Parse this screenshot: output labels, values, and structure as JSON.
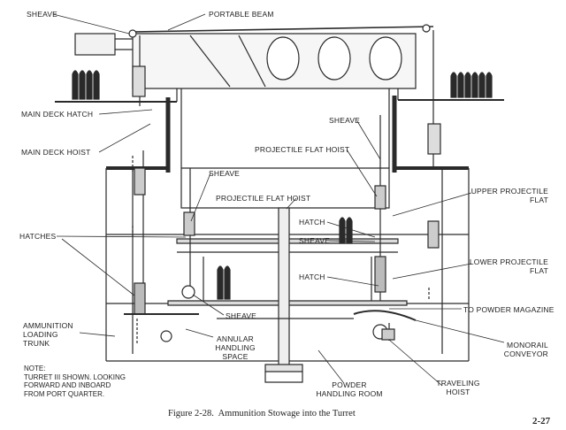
{
  "labels": {
    "sheave_top": "SHEAVE",
    "portable_beam": "PORTABLE BEAM",
    "main_deck_hatch": "MAIN DECK HATCH",
    "main_deck_hoist": "MAIN DECK HOIST",
    "sheave_right": "SHEAVE",
    "projectile_flat_hoist_top": "PROJECTILE FLAT HOIST",
    "sheave_mid": "SHEAVE",
    "projectile_flat_hoist_mid": "PROJECTILE FLAT HOIST",
    "upper_projectile_flat": "UPPER PROJECTILE\nFLAT",
    "hatches": "HATCHES",
    "hatch_1": "HATCH",
    "sheave_center": "SHEAVE",
    "lower_projectile_flat": "LOWER PROJECTILE\nFLAT",
    "hatch_2": "HATCH",
    "to_powder_magazine": "TO POWDER MAGAZINE",
    "ammunition_loading_trunk": "AMMUNITION\nLOADING\nTRUNK",
    "sheave_lower": "SHEAVE",
    "monorail_conveyor": "MONORAIL\nCONVEYOR",
    "annular_handling_space": "ANNULAR\nHANDLING\nSPACE",
    "traveling_hoist": "TRAVELING\nHOIST",
    "powder_handling_room": "POWDER\nHANDLING ROOM"
  },
  "note": "NOTE:\nTURRET III SHOWN. LOOKING\nFORWARD AND INBOARD\nFROM PORT QUARTER.",
  "caption": "Figure 2-28.  Ammunition Stowage into the Turret",
  "page_number": "2-27"
}
